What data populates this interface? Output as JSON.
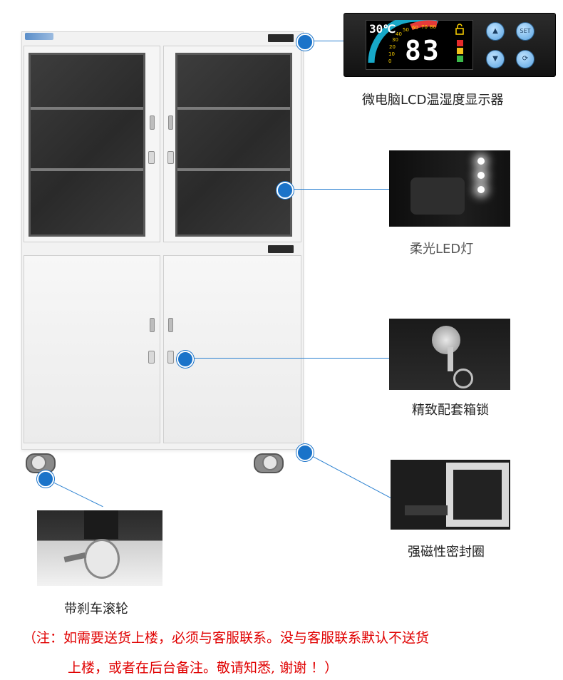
{
  "panel": {
    "temperature": "30℃",
    "scale_labels": [
      "50",
      "60",
      "70",
      "80",
      "40",
      "30",
      "20",
      "10",
      "0"
    ],
    "humidity": "83",
    "buttons": [
      "▲",
      "SET",
      "▼",
      "⟳"
    ],
    "colors": {
      "accent": "#1a73c9",
      "temp_text": "#ffffff",
      "humidity_text": "#ffffff",
      "bar_red": "#e52b2b",
      "bar_yellow": "#f2c21b",
      "bar_green": "#3bb84a"
    }
  },
  "features": [
    {
      "label": "微电脑LCD温湿度显示器"
    },
    {
      "label": "柔光LED灯"
    },
    {
      "label": "精致配套箱锁"
    },
    {
      "label": "强磁性密封圈"
    },
    {
      "label": "带刹车滚轮"
    }
  ],
  "note": {
    "line1": "（注：如需要送货上楼，必须与客服联系。没与客服联系默认不送货",
    "line2": "上楼，或者在后台备注。敬请知悉, 谢谢 ！）"
  }
}
